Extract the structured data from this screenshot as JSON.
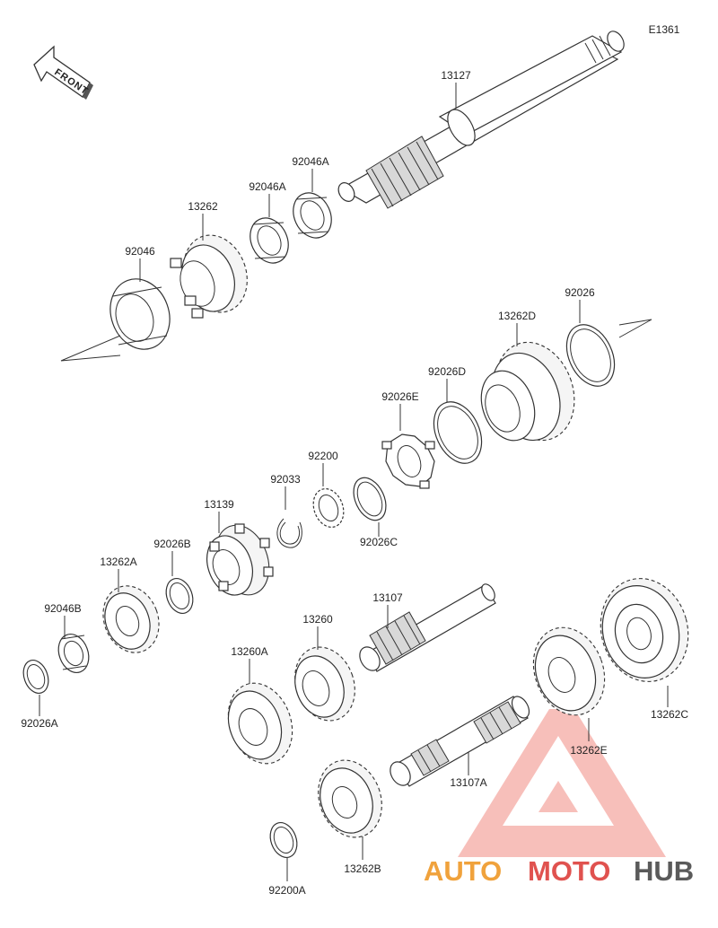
{
  "diagram_code": "E1361",
  "front_label": "FRONT",
  "parts": [
    {
      "id": "p13127",
      "label": "13127"
    },
    {
      "id": "p92046A_1",
      "label": "92046A"
    },
    {
      "id": "p92046A_2",
      "label": "92046A"
    },
    {
      "id": "p13262",
      "label": "13262"
    },
    {
      "id": "p92046",
      "label": "92046"
    },
    {
      "id": "p92026",
      "label": "92026"
    },
    {
      "id": "p13262D",
      "label": "13262D"
    },
    {
      "id": "p92026D",
      "label": "92026D"
    },
    {
      "id": "p92026E",
      "label": "92026E"
    },
    {
      "id": "p92200",
      "label": "92200"
    },
    {
      "id": "p92033",
      "label": "92033"
    },
    {
      "id": "p13139",
      "label": "13139"
    },
    {
      "id": "p92026C",
      "label": "92026C"
    },
    {
      "id": "p92026B",
      "label": "92026B"
    },
    {
      "id": "p13262A",
      "label": "13262A"
    },
    {
      "id": "p92046B",
      "label": "92046B"
    },
    {
      "id": "p92026A",
      "label": "92026A"
    },
    {
      "id": "p13107",
      "label": "13107"
    },
    {
      "id": "p13260",
      "label": "13260"
    },
    {
      "id": "p13260A",
      "label": "13260A"
    },
    {
      "id": "p13262C",
      "label": "13262C"
    },
    {
      "id": "p13262E",
      "label": "13262E"
    },
    {
      "id": "p13107A",
      "label": "13107A"
    },
    {
      "id": "p13262B",
      "label": "13262B"
    },
    {
      "id": "p92200A",
      "label": "92200A"
    }
  ],
  "watermark": {
    "part1": "AUTO",
    "part2": "MOTO",
    "part3": "HUB"
  },
  "colors": {
    "line": "#333333",
    "watermark_orange": "#f0a23c",
    "watermark_red": "#e0524f",
    "watermark_gray": "#5a5a5a"
  }
}
